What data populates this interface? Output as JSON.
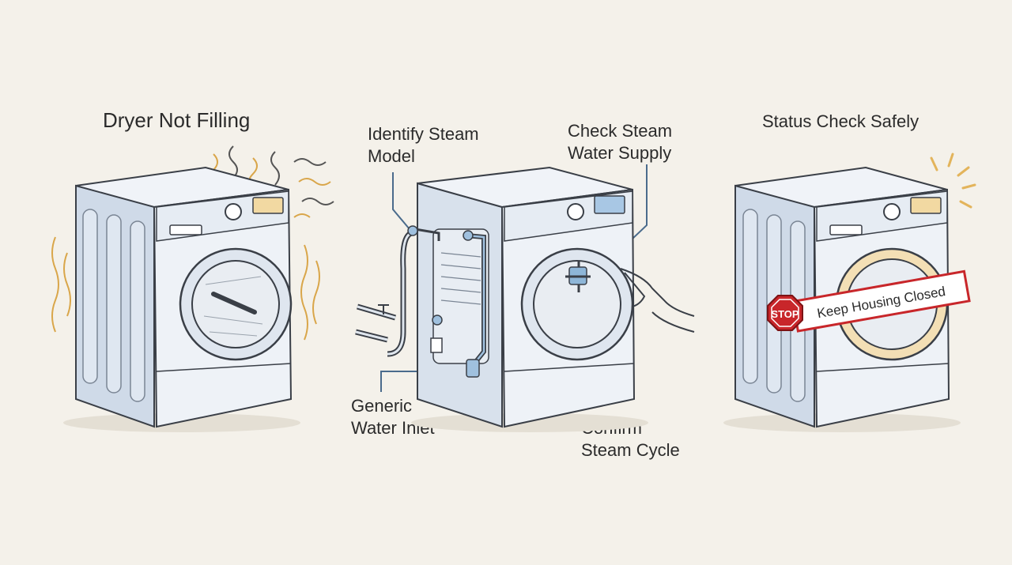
{
  "panels": [
    {
      "title": "Dryer Not Filling"
    },
    {
      "callouts": {
        "identify_model": "Identify Steam\nModel",
        "check_supply": "Check Steam\nWater Supply",
        "generic_inlet": "Generic\nWater Inlet",
        "confirm_cycle": "Confirm\nSteam Cycle"
      }
    },
    {
      "title": "Status Check Safely",
      "sign": {
        "stop": "STOP",
        "message": "Keep Housing Closed"
      }
    }
  ],
  "colors": {
    "background": "#f4f1ea",
    "body": "#eef2f7",
    "side": "#cfdae8",
    "line": "#3a3f47",
    "vibration": "#d9a64a",
    "callout_line": "#4a6b8c",
    "stop_red": "#c8262a",
    "door_ring_warn": "#e3b45b"
  }
}
